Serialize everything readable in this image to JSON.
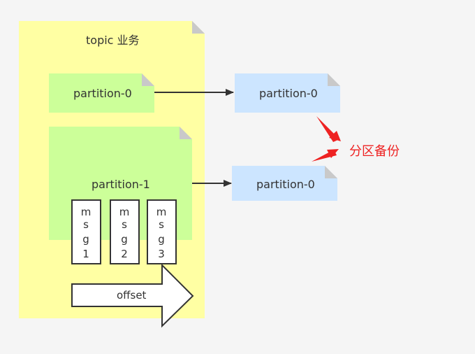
{
  "colors": {
    "topic_fill": "#ffffa3",
    "partition_fill": "#ccff99",
    "replica_fill": "#cce5ff",
    "fold": "#c9c9c9",
    "accent": "#ee2222",
    "line": "#333333"
  },
  "topic": {
    "label": "topic 业务"
  },
  "partitions": [
    {
      "label": "partition-0"
    },
    {
      "label": "partition-1"
    }
  ],
  "replicas": [
    {
      "label": "partition-0"
    },
    {
      "label": "partition-0"
    }
  ],
  "messages": [
    {
      "chars": [
        "m",
        "s",
        "g",
        "1"
      ]
    },
    {
      "chars": [
        "m",
        "s",
        "g",
        "2"
      ]
    },
    {
      "chars": [
        "m",
        "s",
        "g",
        "3"
      ]
    }
  ],
  "offset": {
    "label": "offset"
  },
  "backup": {
    "label": "分区备份"
  }
}
